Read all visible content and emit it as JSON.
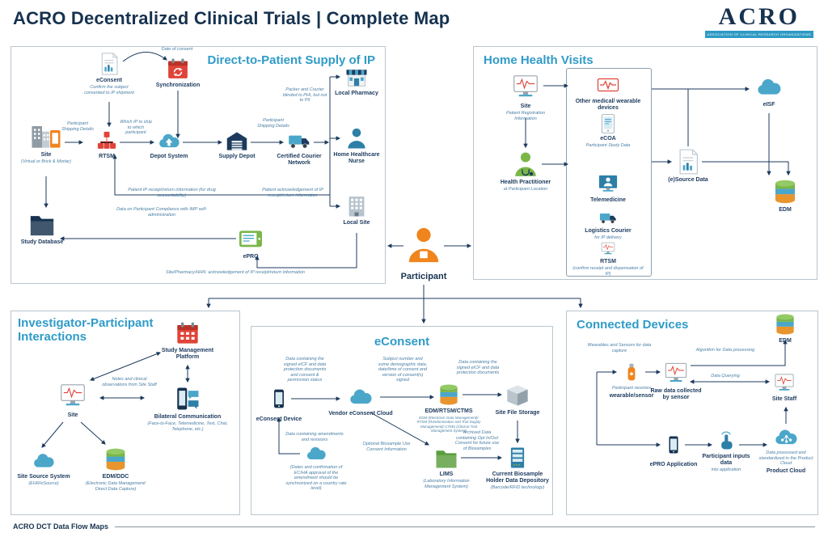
{
  "header": {
    "title": "ACRO Decentralized Clinical Trials | Complete Map",
    "logo": "ACRO",
    "logo_sub": "Association of Clinical Research Organizations"
  },
  "footer": {
    "label": "ACRO DCT Data Flow Maps"
  },
  "participant": {
    "label": "Participant"
  },
  "colors": {
    "accent_blue": "#2f9bc8",
    "navy": "#16324f",
    "orange": "#f0841d",
    "red": "#e04438",
    "green": "#7ab648",
    "teal": "#4ba7c9"
  },
  "dtp": {
    "title": "Direct-to-Patient Supply of IP",
    "nodes": {
      "econsent": {
        "label": "eConsent",
        "caption": "Confirm the subject consented to IP shipment"
      },
      "sync": {
        "label": "Synchronization",
        "note": "Date of consent"
      },
      "site": {
        "label": "Site",
        "caption": "(Virtual or Brick & Mortar)"
      },
      "rtsm": {
        "label": "RTSM"
      },
      "depot_system": {
        "label": "Depot System"
      },
      "supply_depot": {
        "label": "Supply Depot"
      },
      "courier": {
        "label": "Certified Courier Network"
      },
      "local_pharmacy": {
        "label": "Local Pharmacy"
      },
      "hhn": {
        "label": "Home Healthcare Nurse"
      },
      "local_site": {
        "label": "Local Site"
      },
      "study_db": {
        "label": "Study Database"
      },
      "epro": {
        "label": "ePRO"
      }
    },
    "flows": {
      "shipping1": "Participant Shipping Details",
      "which_ip": "Which IP to ship to which participant",
      "shipping2": "Participant Shipping Details",
      "blinded": "Packer and Courier blinded to PHI, but not to PII",
      "receipt1": "Patient IP receipt/return information (for drug accountability)",
      "ack1": "Patient acknowledgement of IP receipt/return information",
      "compliance": "Data on Participant Compliance with IMP self-administration",
      "ack2": "Site/Pharmacy/HHN: acknowledgement of IP receipt/return information"
    }
  },
  "hhv": {
    "title": "Home Health Visits",
    "nodes": {
      "site": {
        "label": "Site",
        "caption": "Patient Registration Information"
      },
      "practitioner": {
        "label": "Health Practitioner",
        "caption": "at Participant Location"
      },
      "devices": {
        "label": "Other medical/ wearable devices"
      },
      "ecoa": {
        "label": "eCOA",
        "caption": "Participant Study Data"
      },
      "telemedicine": {
        "label": "Telemedicine"
      },
      "courier": {
        "label": "Logistics Courier",
        "caption": "for IP delivery"
      },
      "rtsm": {
        "label": "RTSM",
        "caption": "(confirm receipt and dispensation of IP)"
      },
      "esource": {
        "label": "(e)Source Data"
      },
      "eisf": {
        "label": "eISF"
      },
      "edm": {
        "label": "EDM"
      }
    }
  },
  "ipi": {
    "title": "Investigator-Participant Interactions",
    "nodes": {
      "smp": {
        "label": "Study Management Platform"
      },
      "site": {
        "label": "Site",
        "note": "Notes and clinical observations from Site Staff"
      },
      "bilateral": {
        "label": "Bilateral Communication",
        "caption": "(Face-to-Face, Telemedicine, Text, Chat, Telephone, etc.)"
      },
      "source_sys": {
        "label": "Site Source System",
        "caption": "(EHR/eSource)"
      },
      "edm_ddc": {
        "label": "EDM/DDC",
        "caption": "(Electronic Data Management/ Direct Data Capture)"
      }
    }
  },
  "econsent": {
    "title": "eConsent",
    "nodes": {
      "device": {
        "label": "eConsent Device"
      },
      "vendor_cloud": {
        "label": "Vendor eConsent Cloud"
      },
      "edm": {
        "label": "EDM/RTSM/CTMS",
        "caption": "EDM (Electronic Data Management)/ RTSM (Randomization and Trial Supply Management)/ CTMS (Clinical Trial Management System)"
      },
      "storage": {
        "label": "Site File Storage"
      },
      "sync_cloud": {
        "caption": "(Dates and confirmation of EC/HA approval of the amendment should be synchronized on a country rate level)"
      },
      "lims": {
        "label": "LIMS",
        "caption": "(Laboratory Information Management System)"
      },
      "biosample": {
        "label": "Current Biosample Holder Data Depository",
        "caption": "(Barcode/RFID technology)"
      }
    },
    "flows": {
      "f1": "Data containing the signed eICF and data protection documents and consent & permission status",
      "f2": "Subject number and some demographic data, date/time of consent and version of consent(s) signed",
      "f3": "Data containing the signed eICF and data protection documents",
      "f4": "Data containing amendments and revisions",
      "f5": "Optional Biosample Use Consent Information",
      "f6": "Archived Data containing Opt In/Out Consent for future use of Biosamples"
    }
  },
  "devices": {
    "title": "Connected Devices",
    "nodes": {
      "wearable": {
        "label": "wearable/sensor",
        "note": "Wearables and Sensors for data capture",
        "caption": "Participant receives"
      },
      "raw": {
        "label": "Raw data collected by sensor"
      },
      "edm": {
        "label": "EDM"
      },
      "staff": {
        "label": "Site Staff"
      },
      "epro": {
        "label": "ePRO Application"
      },
      "inputs": {
        "label": "Participant inputs data",
        "caption": "into application"
      },
      "cloud": {
        "label": "Product Cloud",
        "caption": "Data processed and standardized in the Product Cloud"
      }
    },
    "flows": {
      "algorithm": "Algorithm for Data processing",
      "querying": "Data Querying"
    }
  }
}
